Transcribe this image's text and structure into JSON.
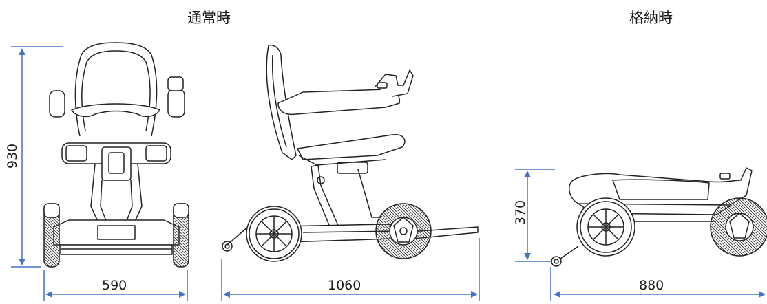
{
  "sections": {
    "normal": "通常時",
    "folded": "格納時"
  },
  "dimensions": {
    "normal_height": "930",
    "normal_width": "590",
    "normal_length": "1060",
    "folded_height": "370",
    "folded_length": "880"
  },
  "colors": {
    "dimension_line": "#4472c4",
    "drawing_line": "#222222"
  }
}
